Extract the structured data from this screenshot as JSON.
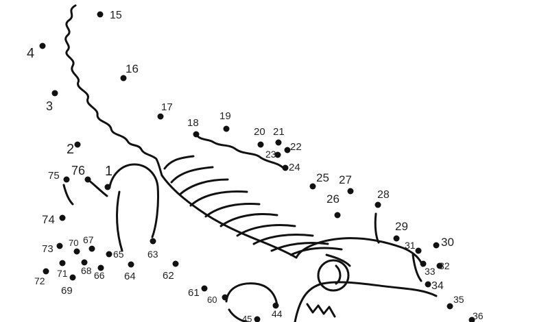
{
  "colors": {
    "ink": "#111111",
    "label": "#222222",
    "background": "#ffffff"
  },
  "dots": [
    {
      "n": "1"
    },
    {
      "n": "2"
    },
    {
      "n": "3"
    },
    {
      "n": "4"
    },
    {
      "n": "15"
    },
    {
      "n": "16"
    },
    {
      "n": "17"
    },
    {
      "n": "18"
    },
    {
      "n": "19"
    },
    {
      "n": "20"
    },
    {
      "n": "21"
    },
    {
      "n": "22"
    },
    {
      "n": "23"
    },
    {
      "n": "24"
    },
    {
      "n": "25"
    },
    {
      "n": "26"
    },
    {
      "n": "27"
    },
    {
      "n": "28"
    },
    {
      "n": "29"
    },
    {
      "n": "30"
    },
    {
      "n": "31"
    },
    {
      "n": "32"
    },
    {
      "n": "33"
    },
    {
      "n": "34"
    },
    {
      "n": "35"
    },
    {
      "n": "36"
    },
    {
      "n": "44"
    },
    {
      "n": "45"
    },
    {
      "n": "60"
    },
    {
      "n": "61"
    },
    {
      "n": "62"
    },
    {
      "n": "63"
    },
    {
      "n": "64"
    },
    {
      "n": "65"
    },
    {
      "n": "66"
    },
    {
      "n": "67"
    },
    {
      "n": "68"
    },
    {
      "n": "69"
    },
    {
      "n": "70"
    },
    {
      "n": "71"
    },
    {
      "n": "72"
    },
    {
      "n": "73"
    },
    {
      "n": "74"
    },
    {
      "n": "75"
    },
    {
      "n": "76"
    }
  ]
}
